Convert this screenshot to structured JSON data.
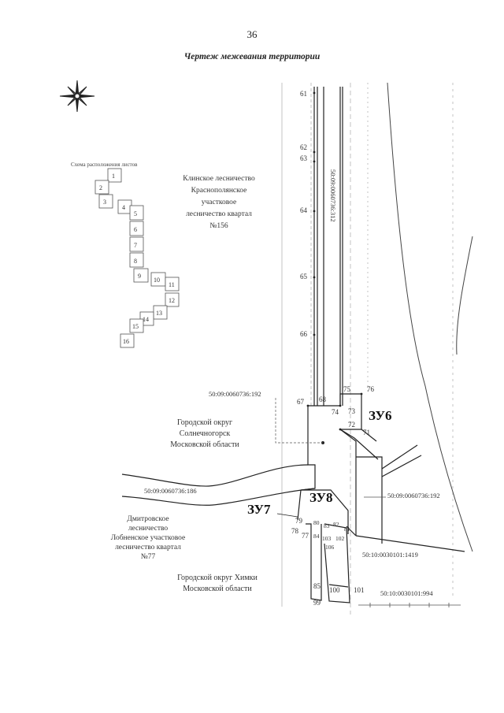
{
  "page_number": "36",
  "title": "Чертеж межевания территории",
  "inset": {
    "title": "Схема расположения листов",
    "sheets": [
      "1",
      "2",
      "3",
      "4",
      "5",
      "6",
      "7",
      "8",
      "9",
      "10",
      "11",
      "12",
      "13",
      "14",
      "15",
      "16"
    ]
  },
  "forestry_north": [
    "Клинское лесничество",
    "Краснополянское",
    "участковое",
    "лесничество квартал",
    "№156"
  ],
  "forestry_south": [
    "Дмитровское",
    "лесничество",
    "Лобненское участковое",
    "лесничество квартал",
    "№77"
  ],
  "district_solnechnogorsk": [
    "Городской округ",
    "Солнечногорск",
    "Московской области"
  ],
  "district_khimki": [
    "Городской округ Химки",
    "Московской области"
  ],
  "cadastral": {
    "c312": "50:09:0060736:312",
    "c192_top": "50:09:0060736:192",
    "c186": "50:09:0060736:186",
    "c192_right": "50:09:0060736:192",
    "c1419": "50:10:0030101:1419",
    "c994": "50:10:0030101:994"
  },
  "plots": {
    "zu6": "ЗУ6",
    "zu7": "ЗУ7",
    "zu8": "ЗУ8"
  },
  "points": {
    "p61": "61",
    "p62": "62",
    "p63": "63",
    "p64": "64",
    "p65": "65",
    "p66": "66",
    "p67": "67",
    "p68": "68",
    "p71": "71",
    "p72": "72",
    "p73": "73",
    "p74": "74",
    "p75": "75",
    "p76": "76",
    "p77": "77",
    "p78": "78",
    "p79": "79",
    "p80": "80",
    "p81": "81",
    "p82": "82",
    "p83": "83",
    "p84": "84",
    "p85": "85",
    "p99": "99",
    "p100": "100",
    "p101": "101",
    "p102": "102",
    "p103": "103",
    "p106": "106"
  },
  "colors": {
    "line": "#333333",
    "faint": "#999999",
    "paper": "#ffffff"
  }
}
